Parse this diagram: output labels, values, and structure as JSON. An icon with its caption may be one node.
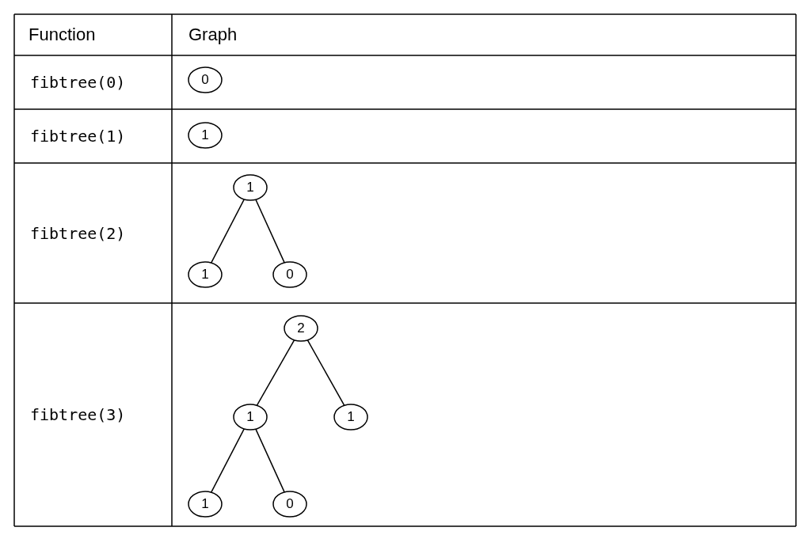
{
  "diagram": {
    "nodes": [
      {
        "text": [
          "0"
        ]
      },
      {
        "text": [
          "1"
        ]
      },
      {
        "text": [
          "1"
        ]
      },
      {
        "text": [
          "1"
        ]
      },
      {
        "text": [
          "0"
        ]
      },
      {
        "text": [
          "2"
        ]
      },
      {
        "text": [
          "1"
        ]
      },
      {
        "text": [
          "1"
        ]
      },
      {
        "text": [
          "1"
        ]
      },
      {
        "text": [
          "0"
        ]
      }
    ],
    "edges": [
      {
        "from": 2,
        "to": 3,
        "arrow": "none"
      },
      {
        "from": 2,
        "to": 4,
        "arrow": "none"
      },
      {
        "from": 5,
        "to": 6,
        "arrow": "none"
      },
      {
        "from": 5,
        "to": 7,
        "arrow": "none"
      },
      {
        "from": 6,
        "to": 8,
        "arrow": "none"
      },
      {
        "from": 6,
        "to": 9,
        "arrow": "none"
      }
    ],
    "labels": [
      "Function",
      "Graph",
      "fibtree(0)",
      "fibtree(1)",
      "fibtree(2)",
      "fibtree(3)"
    ]
  }
}
